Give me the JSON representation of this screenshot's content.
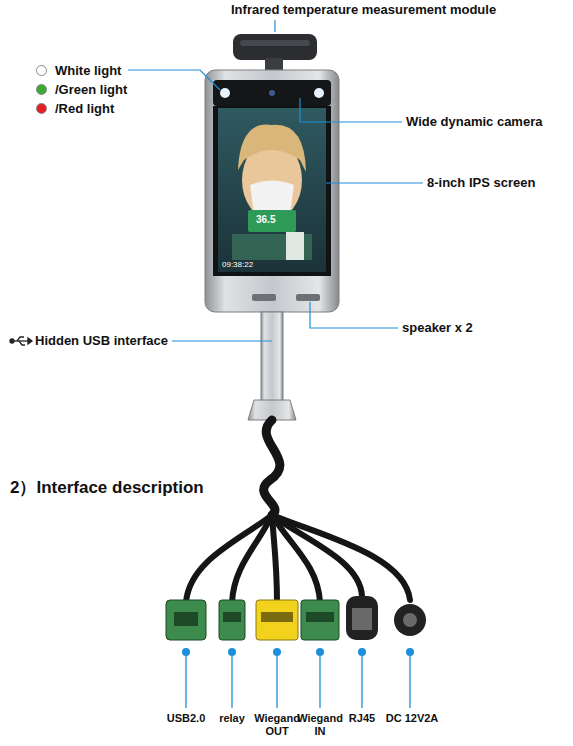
{
  "diagram": {
    "title": "2）Interface description",
    "labels": [
      "Infrared temperature measurement module",
      "Wide dynamic camera",
      "8-inch IPS screen",
      "Hidden USB interface",
      "speaker x 2",
      "36.5",
      "09:38:22",
      "USB2.0",
      "relay",
      "Wiegand OUT",
      "Wiegand IN",
      "RJ45",
      "DC 12V2A"
    ],
    "legend": [
      {
        "text": "White light",
        "color": "#ffffff"
      },
      {
        "text": "/Green light",
        "color": "#3aaa35"
      },
      {
        "text": "/Red light",
        "color": "#e31e24"
      }
    ]
  }
}
